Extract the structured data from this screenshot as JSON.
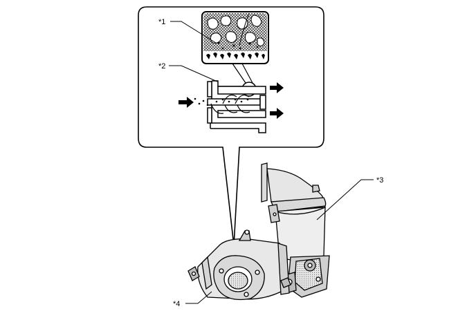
{
  "diagram": {
    "callouts": [
      {
        "id": "c1",
        "text": "*1"
      },
      {
        "id": "c2",
        "text": "*2"
      },
      {
        "id": "c3",
        "text": "*3"
      },
      {
        "id": "c4",
        "text": "*4"
      }
    ],
    "colors": {
      "line": "#000000",
      "background": "#ffffff",
      "metal": "#d9d9d9",
      "metal_dark": "#9a9a9a",
      "hatch": "#555555"
    }
  }
}
